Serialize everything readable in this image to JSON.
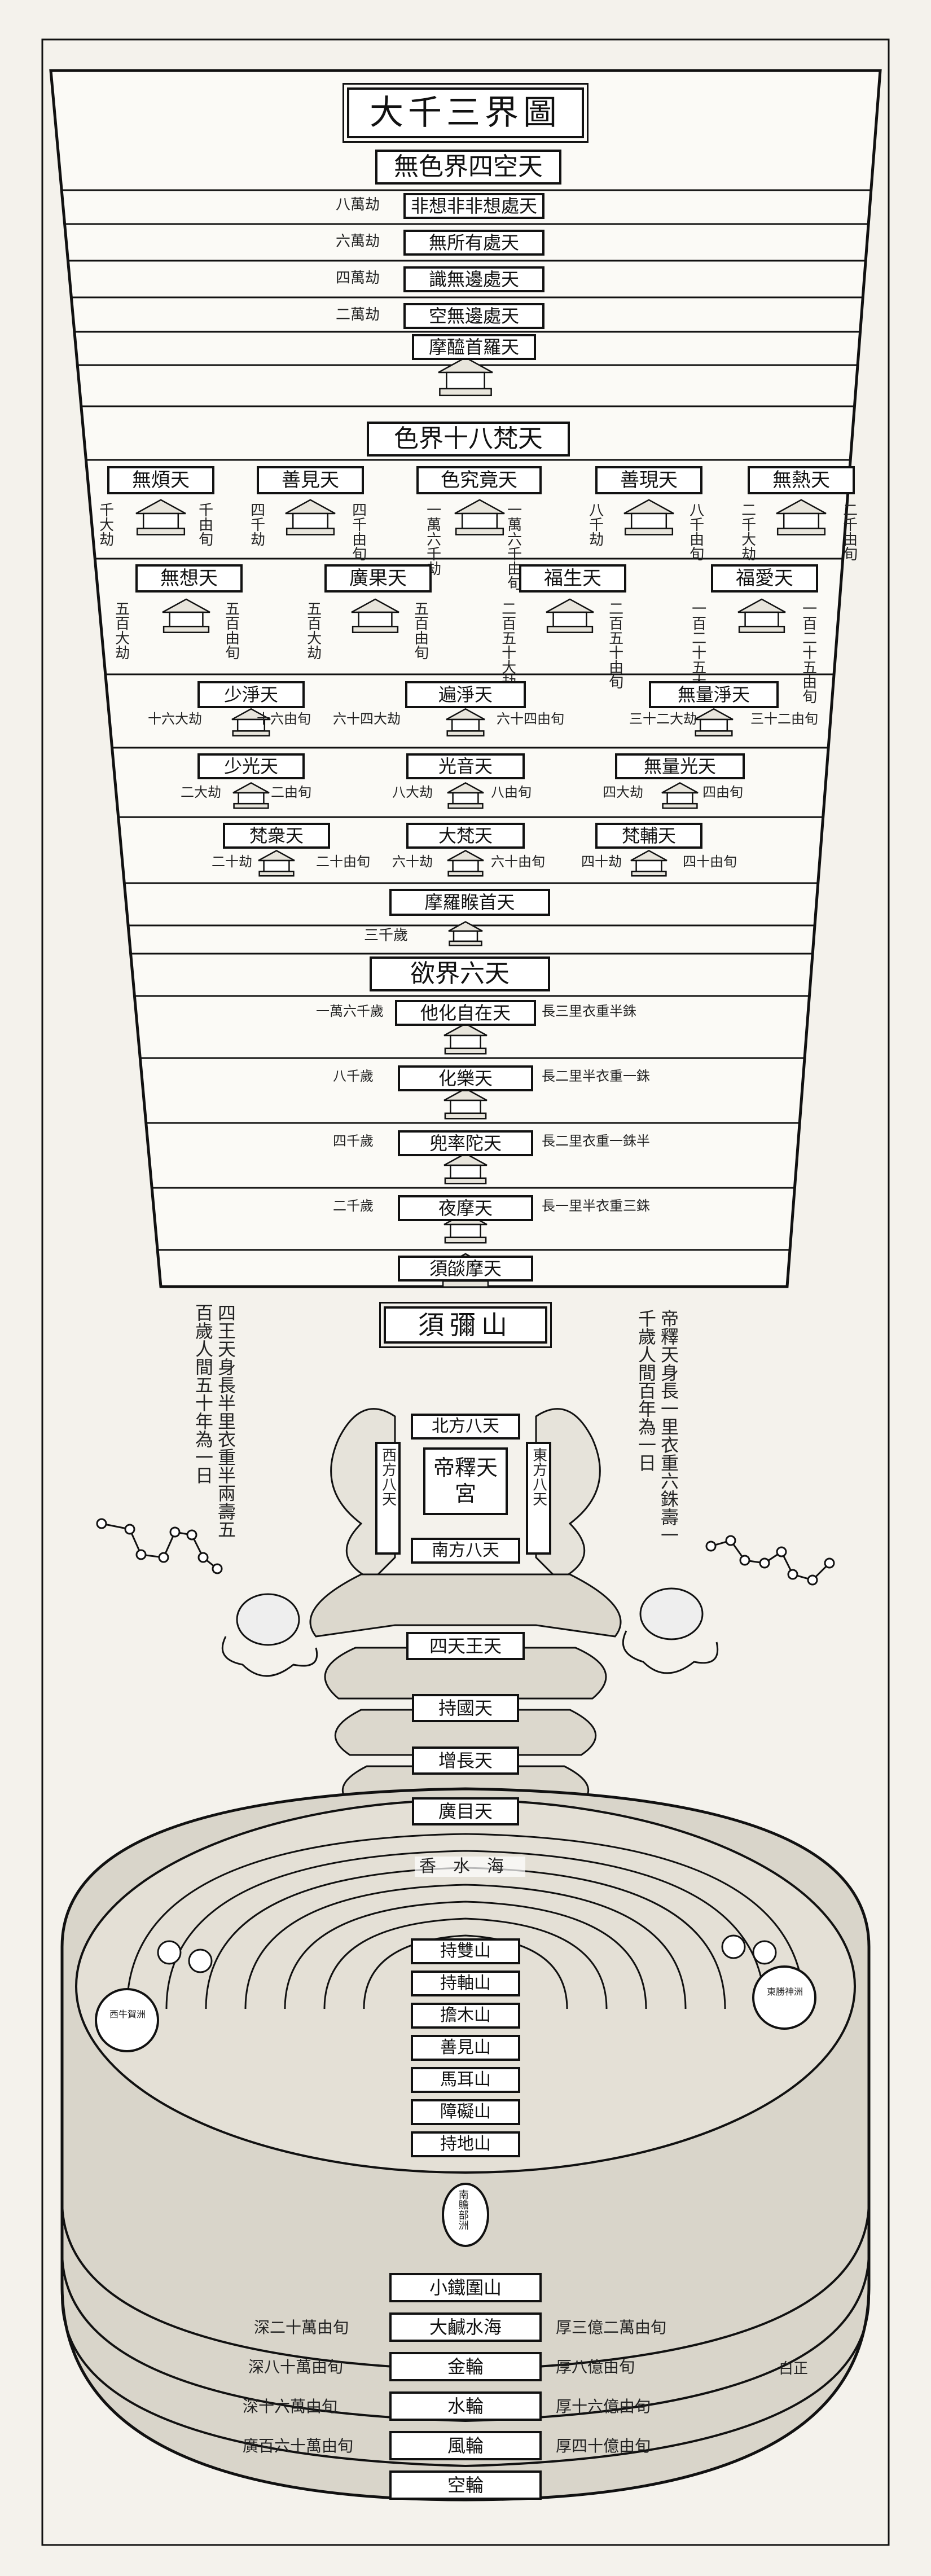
{
  "title": "大千三界圖",
  "formless_realm": {
    "heading": "無色界四空天",
    "heavens": [
      "非想非非想處天",
      "無所有處天",
      "識無邊處天",
      "空無邊處天"
    ],
    "lifespans": [
      "八萬劫",
      "六萬劫",
      "四萬劫",
      "二萬劫"
    ],
    "bottom": "摩醯首羅天"
  },
  "form_realm": {
    "heading": "色界十八梵天",
    "row1": {
      "heavens": [
        "無煩天",
        "善見天",
        "色究竟天",
        "善現天",
        "無熱天"
      ],
      "notes": [
        "千大劫",
        "千由旬",
        "四千劫",
        "四千由旬",
        "一萬六千劫",
        "一萬六千由旬",
        "八千劫",
        "八千由旬",
        "二千大劫",
        "二千由旬"
      ]
    },
    "row2": {
      "heavens": [
        "無想天",
        "廣果天",
        "福生天",
        "福愛天"
      ],
      "notes": [
        "五百大劫",
        "五百由旬",
        "五百大劫",
        "五百由旬",
        "二百五十大劫",
        "二百五十由旬",
        "一百二十五大劫",
        "一百二十五由旬"
      ]
    },
    "row3": {
      "heavens": [
        "少淨天",
        "遍淨天",
        "無量淨天"
      ],
      "notes": [
        "十六大劫",
        "十六由旬",
        "六十四大劫",
        "六十四由旬",
        "三十二大劫",
        "三十二由旬"
      ]
    },
    "row4": {
      "heavens": [
        "少光天",
        "光音天",
        "無量光天"
      ],
      "notes": [
        "二大劫",
        "二由旬",
        "八大劫",
        "八由旬",
        "四大劫",
        "四由旬"
      ]
    },
    "row5": {
      "heavens": [
        "梵衆天",
        "大梵天",
        "梵輔天"
      ],
      "notes": [
        "二十劫",
        "二十由旬",
        "六十劫",
        "六十由旬",
        "四十劫",
        "四十由旬"
      ]
    },
    "bottom": "摩羅睺首天",
    "bottom_note": "三千歲"
  },
  "desire_realm": {
    "heading": "欲界六天",
    "heavens": [
      "他化自在天",
      "化樂天",
      "兜率陀天",
      "夜摩天",
      "須燄摩天"
    ],
    "notes_left": [
      "一萬六千歲",
      "八千歲",
      "四千歲",
      "二千歲"
    ],
    "notes_right": [
      "長三里衣重半銖",
      "長二里半衣重一銖",
      "長二里衣重一銖半",
      "長一里半衣重三銖"
    ]
  },
  "sumeru": {
    "title": "須彌山",
    "left_note": "四王天身長半里衣重半兩壽五百歲人間五十年為一日",
    "right_note": "帝釋天身長一里衣重六銖壽一千歲人間百年為一日",
    "palace_center": "帝釋天宮",
    "palace_north": "北方八天",
    "palace_south": "南方八天",
    "palace_west": "西方八天",
    "palace_east": "東方八天",
    "tiers": [
      "四天王天",
      "持國天",
      "增長天",
      "廣目天"
    ],
    "sea": "香水海",
    "rings": [
      "持雙山",
      "持軸山",
      "擔木山",
      "善見山",
      "馬耳山",
      "障礙山",
      "持地山"
    ],
    "continents": [
      "西牛賀洲",
      "東勝神洲",
      "南贍部洲"
    ],
    "outer_mountain": "小鐵圍山",
    "base_layers": [
      "大鹹水海",
      "金輪",
      "水輪",
      "風輪",
      "空輪"
    ],
    "left_base_notes": [
      "深二十萬由旬",
      "深八十萬由旬",
      "深十六萬由旬",
      "廣百六十萬由旬"
    ],
    "right_base_notes": [
      "厚三億二萬由旬",
      "厚八億由旬",
      "厚十六億由旬",
      "厚四十億由旬"
    ],
    "signature": "白正"
  }
}
